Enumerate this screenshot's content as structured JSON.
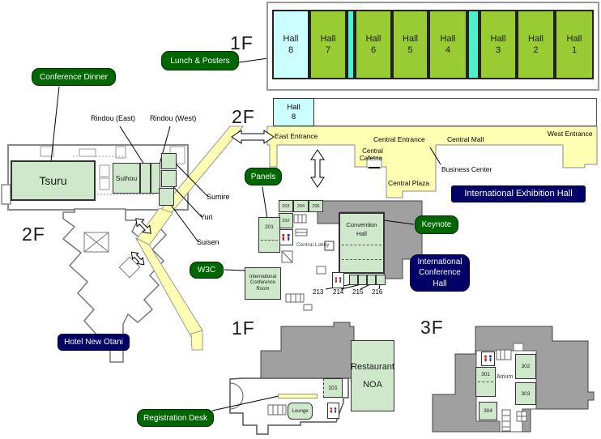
{
  "floor_labels": {
    "halls_floor": "1F",
    "concourse_floor": "2F",
    "hotel_floor": "2F",
    "lobby_floor": "1F",
    "third_floor": "3F"
  },
  "badges": {
    "lunch_posters": "Lunch & Posters",
    "conference_dinner": "Conference Dinner",
    "panels": "Panels",
    "keynote": "Keynote",
    "w3c": "W3C",
    "registration_desk": "Registration Desk",
    "hotel_new_otani": "Hotel New Otani",
    "exhibition_hall": "International Exhibition Hall",
    "conference_hall_badge": {
      "line1": "International",
      "line2": "Conference",
      "line3": "Hall"
    }
  },
  "halls": {
    "word": "Hall",
    "numbers": [
      "8",
      "7",
      "6",
      "5",
      "4",
      "3",
      "2",
      "1"
    ],
    "hall8_2f": {
      "line1": "Hall",
      "line2": "8"
    }
  },
  "concourse": {
    "east_entrance": "East Entrance",
    "central_entrance": "Central Entrance",
    "central_mall": "Central Mall",
    "west_entrance": "West Entrance",
    "central_cafetria": {
      "line1": "Central",
      "line2": "Cafetria"
    },
    "central_plaza": "Central Plaza",
    "business_center": "Business Center"
  },
  "hotel": {
    "tsuru": "Tsuru",
    "suihou": "Suihou",
    "rindou_east": "Rindou (East)",
    "rindou_west": "Rindou (West)",
    "sumire": "Sumire",
    "yuri": "Yuri",
    "suisen": "Suisen"
  },
  "conference_center": {
    "central_lobby": "Central Lobby",
    "convention_hall": {
      "line1": "Convention",
      "line2": "Hall"
    },
    "icr": {
      "line1": "International",
      "line2": "Conference",
      "line3": "Room"
    },
    "rooms": {
      "r201": "201",
      "r202": "202",
      "r203": "203",
      "r204": "204",
      "r206": "206",
      "r213": "213",
      "r214": "214",
      "r215": "215",
      "r216": "216"
    }
  },
  "first_floor": {
    "restaurant": {
      "line1": "Restaurant",
      "line2": "NOA"
    },
    "room_101": "101",
    "lounge": "Lounge"
  },
  "third_floor": {
    "room_301": "301",
    "room_302": "302",
    "room_303": "303",
    "room_304": "304",
    "atrium": "Atrium"
  },
  "colors": {
    "room_green": "#cfe8cb",
    "hall_green": "#99cc33",
    "hall_cyan": "#ccffff",
    "separator_teal": "#4df0c8",
    "corridor_yellow": "#ffffb3",
    "badge_green": "#006600",
    "badge_navy": "#000066",
    "building_gray": "#a0a0a0"
  }
}
